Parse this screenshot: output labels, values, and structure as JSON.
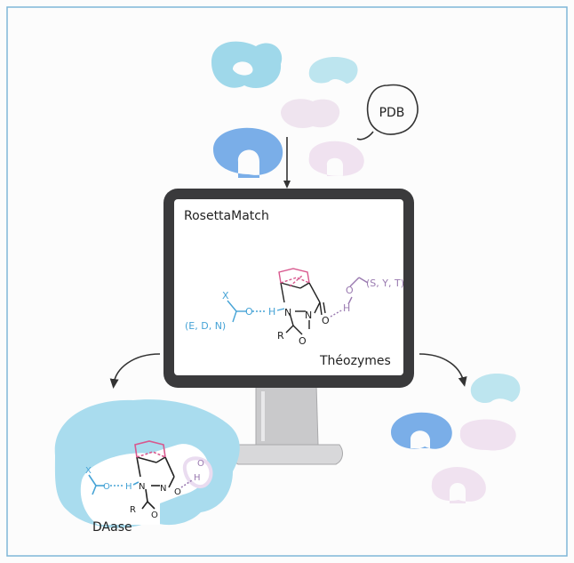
{
  "labels": {
    "pdb": "PDB",
    "software": "RosettaMatch",
    "theozymes": "Théozymes",
    "enzyme": "DAase"
  },
  "chemistry": {
    "x_group": "X",
    "acid_residues": "(E, D, N)",
    "hydroxyl_residues": "(S, Y, T)",
    "r_group": "R",
    "atom_o": "O",
    "atom_n": "N",
    "atom_h": "H"
  },
  "colors": {
    "frame": "#7fb6d8",
    "protein_cyan": "#9fd8ea",
    "protein_blue": "#7aaee8",
    "protein_pink": "#ecdcec",
    "monitor": "#3a3a3c",
    "stand": "#c9c9cb",
    "acid_color": "#46a3d6",
    "hydroxyl_color": "#9a7ab0",
    "diene_color": "#d8588e"
  }
}
